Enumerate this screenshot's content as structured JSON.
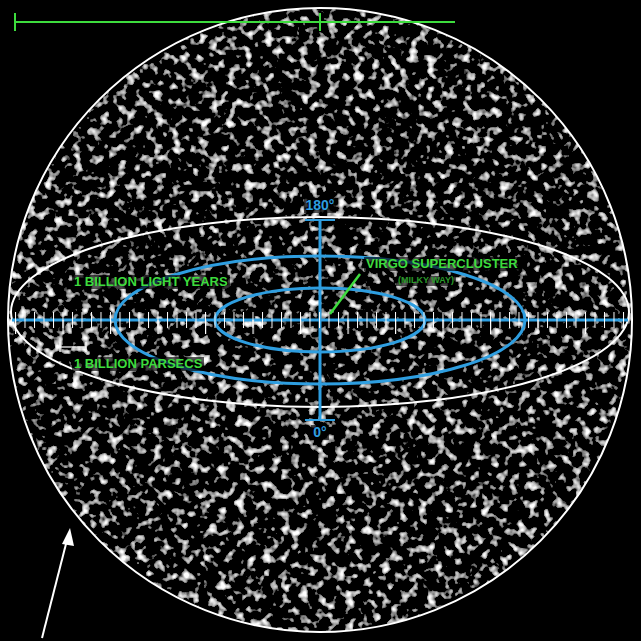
{
  "diagram": {
    "labels": [
      "180°",
      "1 BILLION LIGHT YEARS",
      "VIRGO SUPERCLUSTER",
      "(MILKY WAY)",
      "1 BILLION PARSECS",
      "0°"
    ]
  }
}
